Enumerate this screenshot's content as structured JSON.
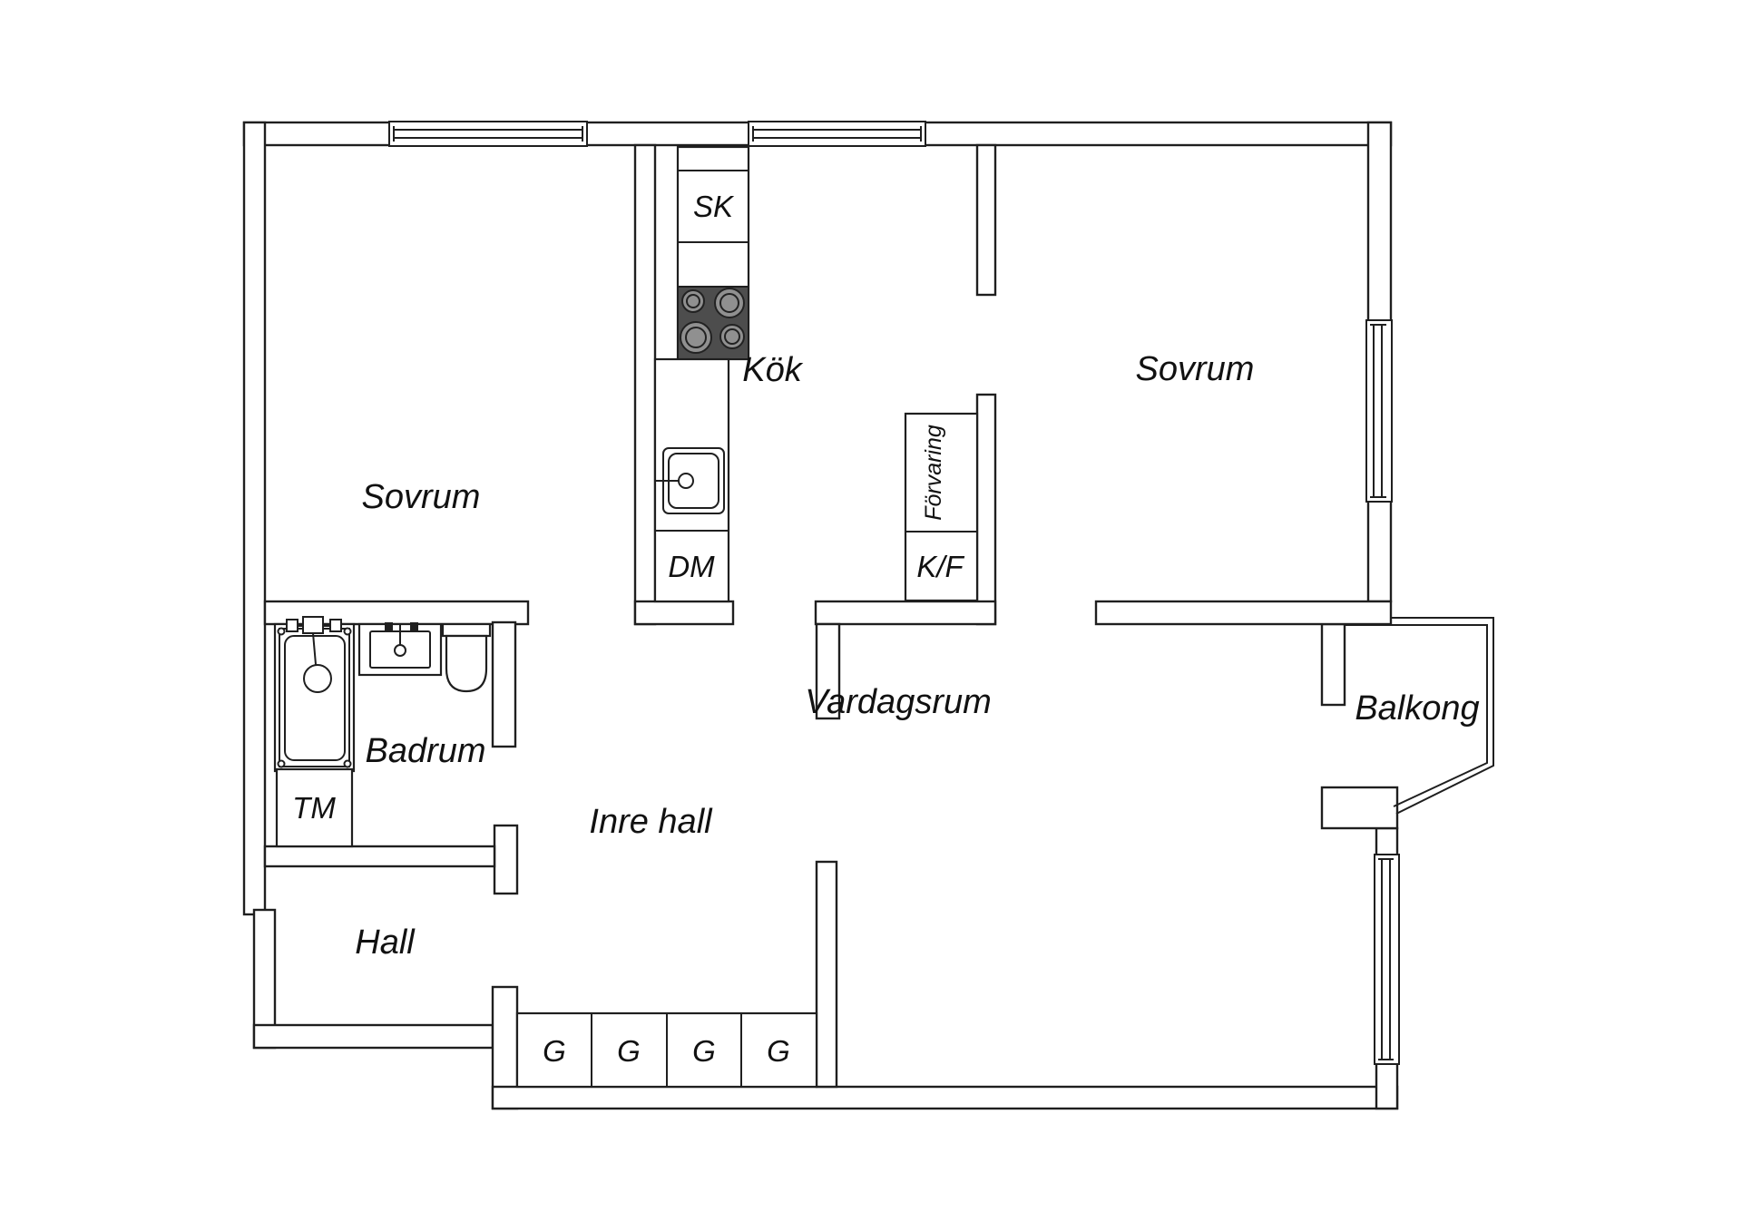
{
  "plan": {
    "rooms": {
      "sovrum_left": "Sovrum",
      "kok": "Kök",
      "sovrum_right": "Sovrum",
      "badrum": "Badrum",
      "inre_hall": "Inre hall",
      "hall": "Hall",
      "vardagsrum": "Vardagsrum",
      "balkong": "Balkong"
    },
    "fixtures": {
      "sk": "SK",
      "dm": "DM",
      "kf": "K/F",
      "tm": "TM",
      "forvaring": "Förvaring",
      "g": "G"
    },
    "colors": {
      "line": "#1f1f1f",
      "stove_plate": "#4d4d4d",
      "burner": "#909090",
      "background": "#ffffff"
    }
  }
}
